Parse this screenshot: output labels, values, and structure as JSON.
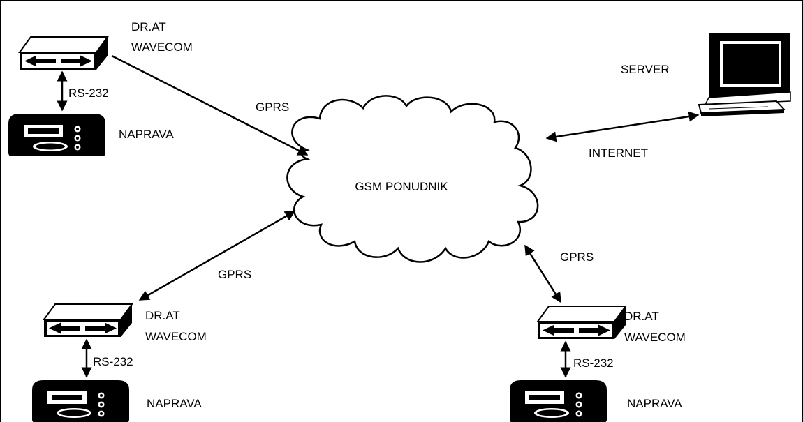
{
  "cloud": {
    "label": "GSM PONUDNIK"
  },
  "server": {
    "label": "SERVER"
  },
  "links": {
    "internet": "INTERNET",
    "gprs_top_left": "GPRS",
    "gprs_bottom_left": "GPRS",
    "gprs_bottom_right": "GPRS"
  },
  "nodes": {
    "top_left": {
      "modem_line1": "DR.AT",
      "modem_line2": "WAVECOM",
      "serial": "RS-232",
      "device": "NAPRAVA"
    },
    "bottom_left": {
      "modem_line1": "DR.AT",
      "modem_line2": "WAVECOM",
      "serial": "RS-232",
      "device": "NAPRAVA"
    },
    "bottom_right": {
      "modem_line1": "DR.AT",
      "modem_line2": "WAVECOM",
      "serial": "RS-232",
      "device": "NAPRAVA"
    }
  },
  "colors": {
    "line": "#000000",
    "background": "#ffffff"
  }
}
